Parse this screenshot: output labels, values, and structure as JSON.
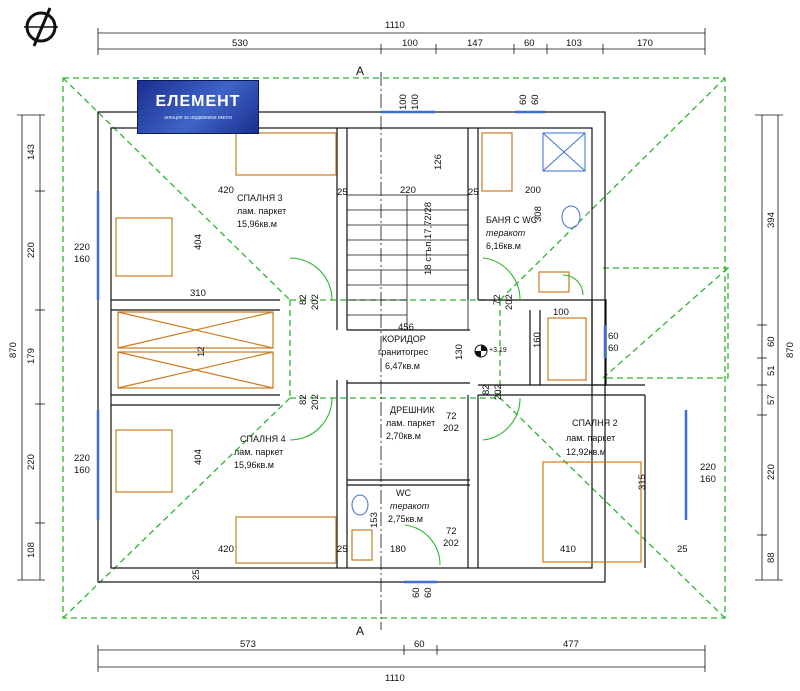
{
  "logo": {
    "name": "ЕЛЕМЕНТ",
    "tagline": "агенция за недвижими имоти"
  },
  "section_mark": "А",
  "dims": {
    "overall_top": "1110",
    "overall_bottom": "1110",
    "top": [
      "530",
      "100",
      "147",
      "60",
      "103",
      "170"
    ],
    "bottom": [
      "573",
      "60",
      "477"
    ],
    "left": [
      "143",
      "220",
      "179",
      "220",
      "108"
    ],
    "left_total": "870",
    "right": [
      "394",
      "60",
      "51",
      "57",
      "220",
      "88"
    ],
    "right_total": "870"
  },
  "openings": {
    "w1": "100",
    "w2": "100",
    "w3": "60",
    "w4": "60",
    "wl1a": "220",
    "wl1b": "160",
    "wl2a": "220",
    "wl2b": "160",
    "wr1a": "220",
    "wr1b": "160",
    "wr2a": "60",
    "wr2b": "60",
    "wb1": "60",
    "wb2": "60",
    "d1a": "82",
    "d1b": "202",
    "d2a": "72",
    "d2b": "202",
    "d3a": "82",
    "d3b": "202",
    "d4a": "82",
    "d4b": "202",
    "d5a": "72",
    "d5b": "202",
    "d6a": "72",
    "d6b": "202"
  },
  "inner": {
    "i420a": "420",
    "i25a": "25",
    "i220": "220",
    "i25b": "25",
    "i200": "200",
    "i308": "308",
    "i126": "126",
    "stairs": "18 стъп.17,72/28",
    "i404a": "404",
    "i310": "310",
    "i12": "12",
    "i456": "456",
    "i130": "130",
    "level": "+3.19",
    "i160": "160",
    "i100": "100",
    "i404b": "404",
    "i420b": "420",
    "i25c": "25",
    "i180": "180",
    "i410": "410",
    "i25d": "25",
    "i315": "315",
    "i153": "153",
    "i25e": "25"
  },
  "rooms": [
    {
      "name": "СПАЛНЯ 3",
      "floor": "лам. паркет",
      "area": "15,96кв.м"
    },
    {
      "name": "БАНЯ С WC",
      "floor": "теракот",
      "area": "6,16кв.м"
    },
    {
      "name": "КОРИДОР",
      "floor": "гранитогрес",
      "area": "6,47кв.м"
    },
    {
      "name": "СПАЛНЯ 4",
      "floor": "лам. паркет",
      "area": "15,96кв.м"
    },
    {
      "name": "ДРЕШНИК",
      "floor": "лам. паркет",
      "area": "2,70кв.м"
    },
    {
      "name": "WC",
      "floor": "теракот",
      "area": "2,75кв.м"
    },
    {
      "name": "СПАЛНЯ 2",
      "floor": "лам. паркет",
      "area": "12,92кв.м"
    }
  ]
}
